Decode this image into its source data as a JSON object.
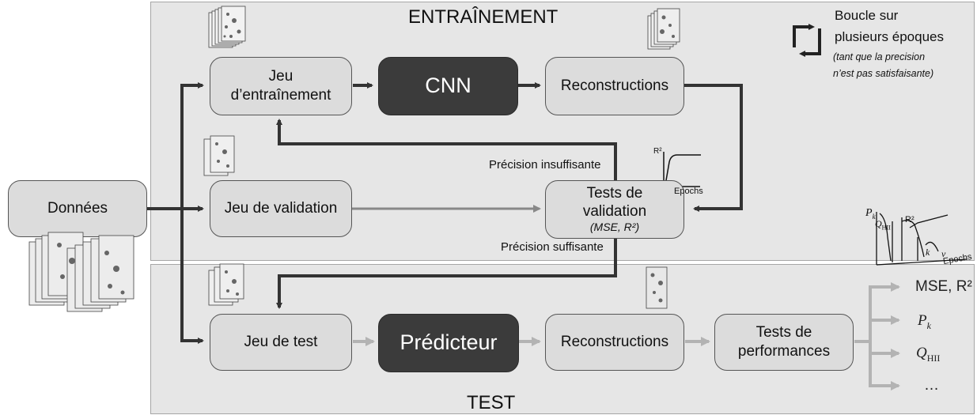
{
  "training": {
    "title": "ENTRAÎNEMENT",
    "loop_line1": "Boucle sur",
    "loop_line2": "plusieurs époques",
    "loop_note1": "(tant que la precision",
    "loop_note2": "n’est pas satisfaisante)"
  },
  "test_section": {
    "title": "TEST"
  },
  "nodes": {
    "data": "Données",
    "train_set_line1": "Jeu",
    "train_set_line2": "d’entraînement",
    "cnn": "CNN",
    "reconstructions_train": "Reconstructions",
    "validation_set": "Jeu de validation",
    "validation_tests_line1": "Tests de",
    "validation_tests_line2": "validation",
    "validation_tests_metrics": "(MSE, R²)",
    "test_set": "Jeu de test",
    "predictor": "Prédicteur",
    "reconstructions_test": "Reconstructions",
    "performance_tests_line1": "Tests de",
    "performance_tests_line2": "performances"
  },
  "edges": {
    "insufficient": "Précision insuffisante",
    "sufficient": "Précision suffisante"
  },
  "mini_plot_validation": {
    "y_label": "R²",
    "x_label": "Epochs"
  },
  "mini_plot_right": {
    "pk": "P",
    "pk_sub": "k",
    "q": "Q",
    "q_sub": "HII",
    "r2": "R²",
    "k": "k",
    "nu": "ν",
    "epochs": "Epochs"
  },
  "outputs": [
    {
      "main": "MSE, R²",
      "sub": ""
    },
    {
      "main": "P",
      "sub": "k"
    },
    {
      "main": "Q",
      "sub": "HII"
    },
    {
      "main": "…",
      "sub": ""
    }
  ]
}
